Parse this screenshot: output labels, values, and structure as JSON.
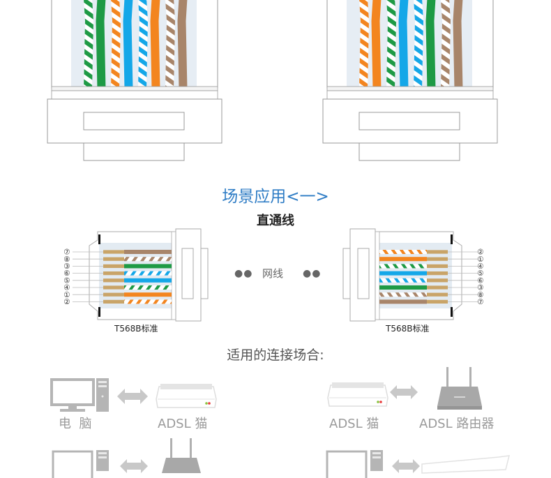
{
  "colors": {
    "green": "#1e9a45",
    "orange": "#f3851f",
    "blue": "#14a7e8",
    "brown": "#a8856a",
    "gold": "#c9a468",
    "title_blue": "#2e7cc5",
    "device_gray": "#b5b5b5"
  },
  "top_connectors": [
    {
      "name": "left",
      "wires": [
        "green-white",
        "green",
        "orange-white",
        "blue",
        "blue-white",
        "orange",
        "brown-white",
        "brown"
      ]
    },
    {
      "name": "right",
      "wires": [
        "orange-white",
        "orange",
        "green-white",
        "blue",
        "blue-white",
        "green",
        "brown-white",
        "brown"
      ]
    }
  ],
  "header": {
    "title": "场景应用<一>",
    "subtitle": "直通线"
  },
  "side_connectors": {
    "left": {
      "pin_labels": [
        "⑦",
        "⑧",
        "③",
        "⑥",
        "⑤",
        "④",
        "①",
        "②"
      ],
      "wires": [
        "brown",
        "brown-white",
        "green",
        "blue-white",
        "blue",
        "green-white",
        "orange",
        "orange-white"
      ],
      "standard_label": "T568B标准"
    },
    "right": {
      "pin_labels": [
        "②",
        "①",
        "④",
        "⑤",
        "⑥",
        "③",
        "⑧",
        "⑦"
      ],
      "wires": [
        "orange-white",
        "orange",
        "green-white",
        "blue",
        "blue-white",
        "green",
        "brown-white",
        "brown"
      ],
      "standard_label": "T568B标准"
    },
    "cable_label": "网线",
    "dots_left": "●●",
    "dots_right": "●●"
  },
  "scenes": {
    "title": "适用的连接场合:",
    "pairs": [
      {
        "left_device": "电  脑",
        "left_icon": "computer",
        "right_device": "ADSL 猫",
        "right_icon": "modem"
      },
      {
        "left_device": "ADSL 猫",
        "left_icon": "modem",
        "right_device": "ADSL 路由器",
        "right_icon": "router"
      },
      {
        "left_device": "",
        "left_icon": "computer",
        "right_device": "",
        "right_icon": "router"
      },
      {
        "left_device": "",
        "left_icon": "computer",
        "right_device": "",
        "right_icon": "switch"
      }
    ]
  }
}
